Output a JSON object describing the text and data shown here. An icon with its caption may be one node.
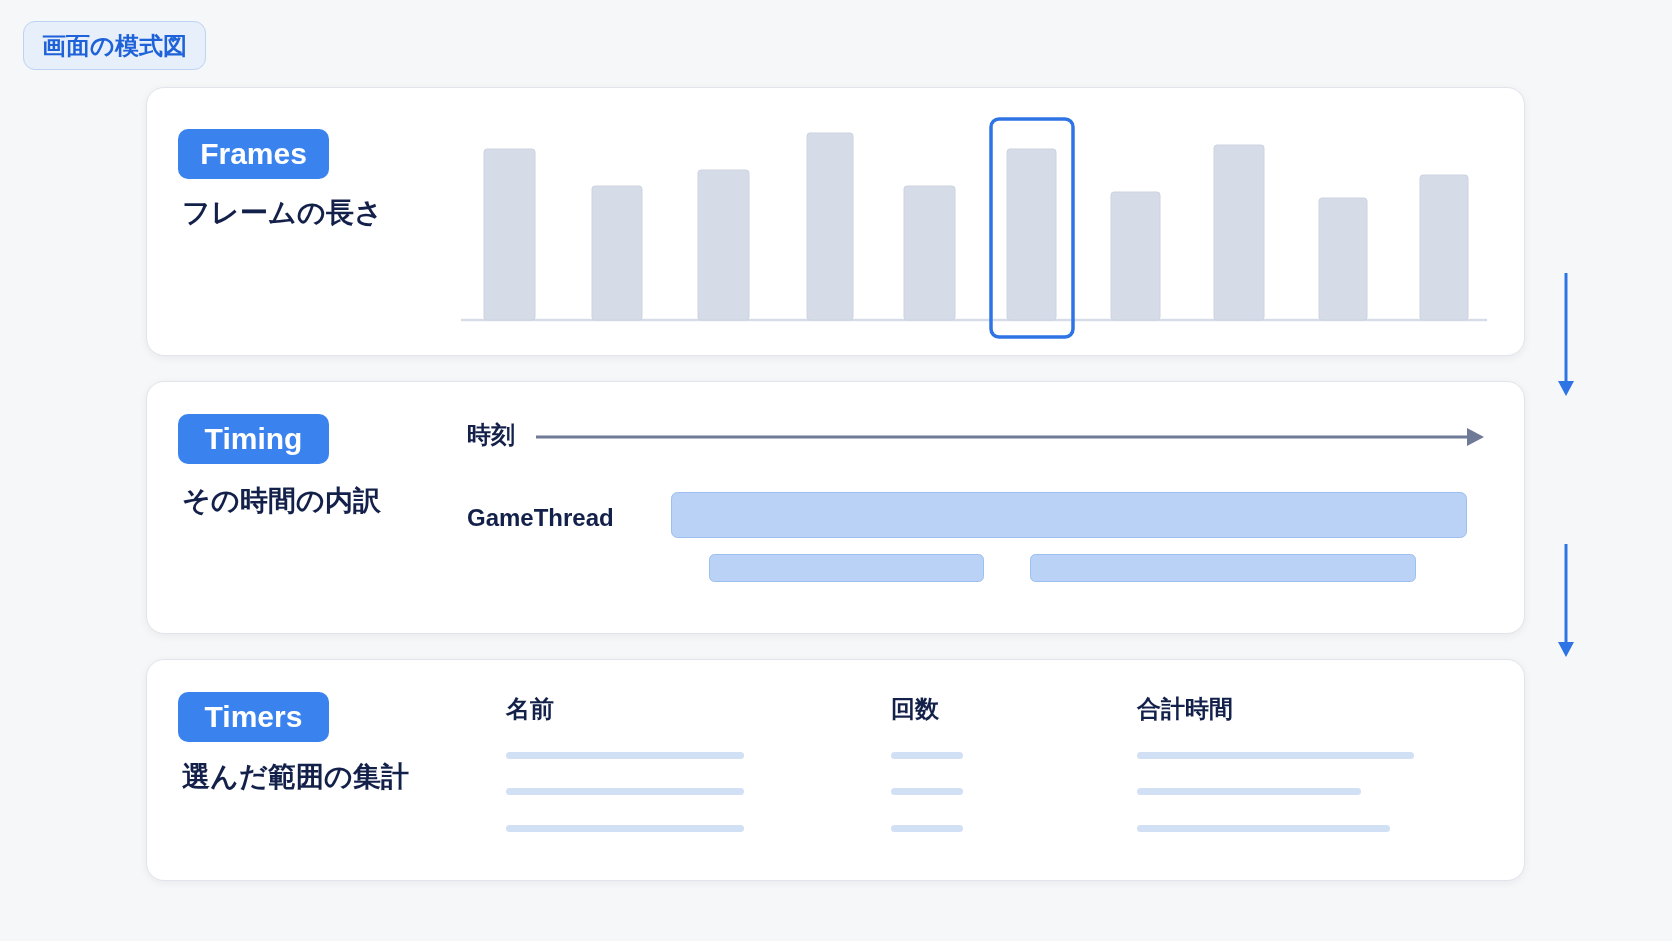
{
  "diagram": {
    "title": "画面の模式図",
    "nodes": [
      {
        "text": [
          "フレームの長さ"
        ]
      },
      {
        "text": [
          "Frames"
        ],
        "in": 0
      },
      {
        "text": [
          "その時間の内訳"
        ]
      },
      {
        "text": [
          "Timing"
        ],
        "in": 2
      },
      {
        "text": [
          "選んだ範囲の集計"
        ]
      },
      {
        "text": [
          "Timers"
        ],
        "in": 4
      }
    ],
    "labels": [
      "時刻",
      "GameThread",
      "名前",
      "回数",
      "合計時間"
    ]
  }
}
